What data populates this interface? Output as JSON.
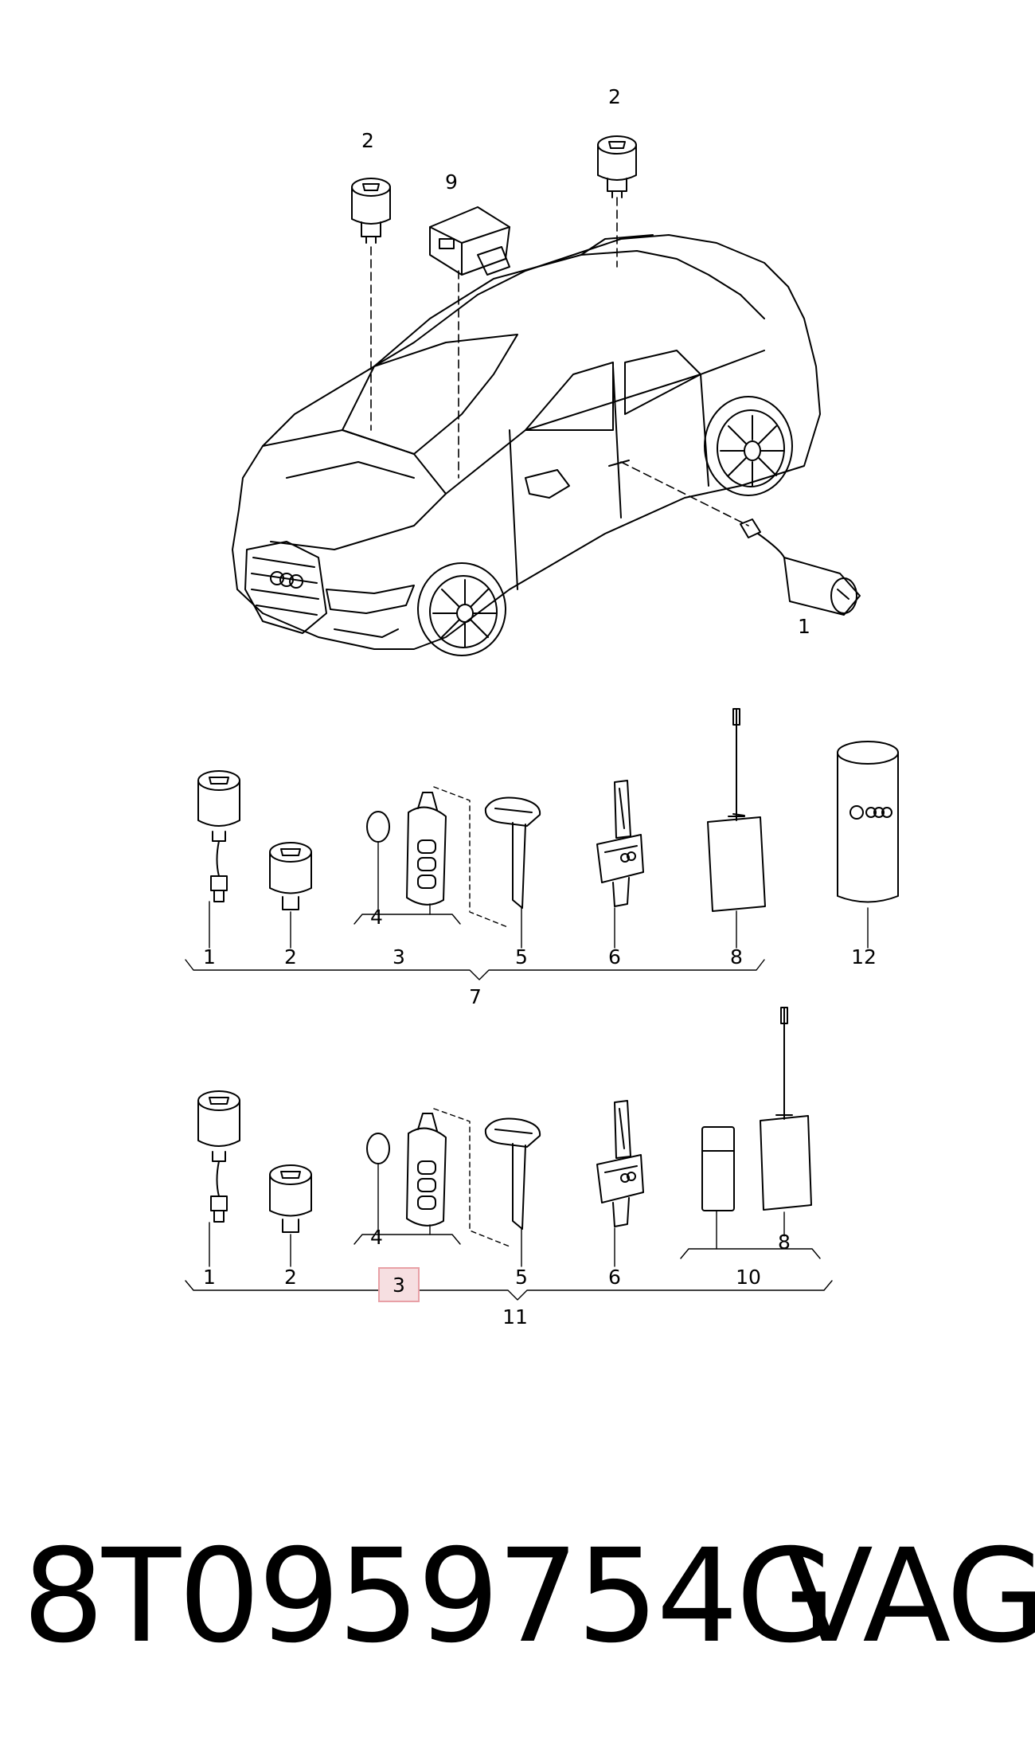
{
  "callouts": {
    "car": {
      "lock_left": "2",
      "lock_right": "2",
      "module": "9",
      "lock_door": "1"
    },
    "kit7": {
      "n1": "1",
      "n2": "2",
      "n4": "4",
      "n3": "3",
      "n5": "5",
      "n6": "6",
      "n8": "8",
      "n12": "12",
      "n7": "7"
    },
    "kit11": {
      "n1": "1",
      "n2": "2",
      "n4": "4",
      "n3": "3",
      "n5": "5",
      "n6": "6",
      "n8": "8",
      "n10": "10",
      "n11": "11"
    }
  },
  "highlighted_callout": "3",
  "highlight_color": "#e8a0a6",
  "footer": {
    "part_number": "8T0959754G",
    "brand": "VAG"
  }
}
